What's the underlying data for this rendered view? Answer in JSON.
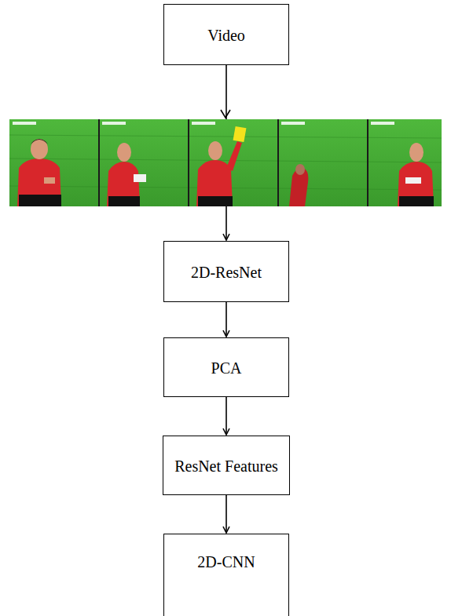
{
  "diagram": {
    "nodes": [
      {
        "text": [
          "Video"
        ]
      },
      {
        "text": [
          "2D-ResNet"
        ]
      },
      {
        "text": [
          "PCA"
        ]
      },
      {
        "text": [
          "ResNet Features"
        ]
      },
      {
        "text": [
          "2D-CNN"
        ]
      }
    ],
    "edges": [
      {
        "from": 0,
        "to": 1,
        "arrow": "to"
      },
      {
        "from": 1,
        "to": 2,
        "arrow": "to"
      },
      {
        "from": 2,
        "to": 3,
        "arrow": "to"
      },
      {
        "from": 3,
        "to": 4,
        "arrow": "to"
      }
    ]
  }
}
